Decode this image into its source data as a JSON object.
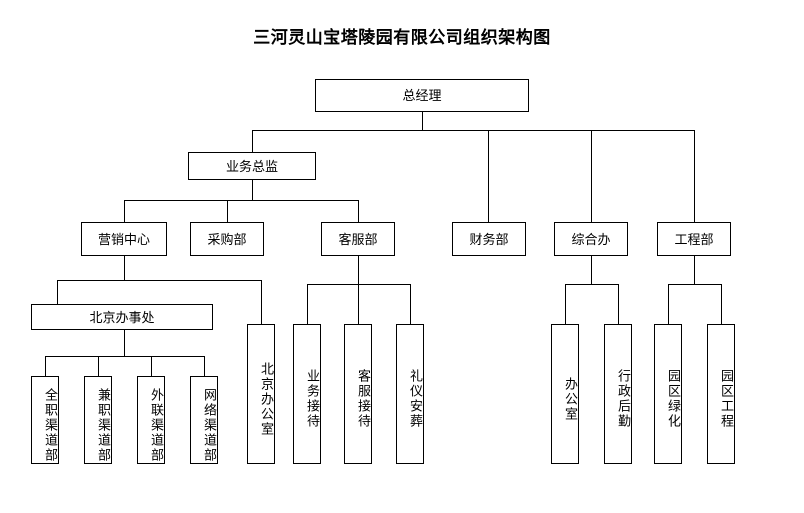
{
  "title": "三河灵山宝塔陵园有限公司组织架构图",
  "chart_data": {
    "type": "diagram",
    "diagram_type": "organization-chart",
    "title": "三河灵山宝塔陵园有限公司组织架构图",
    "orientation": "top-down",
    "box_style": {
      "fill": "#ffffff",
      "stroke": "#000000",
      "stroke_width": 1
    },
    "levels": [
      [
        "总经理"
      ],
      [
        "业务总监",
        "财务部",
        "综合办",
        "工程部"
      ],
      [
        "营销中心",
        "采购部",
        "客服部"
      ],
      [
        "北京办事处",
        "北京办公室",
        "业务接待",
        "客服接待",
        "礼仪安葬",
        "办公室",
        "行政后勤",
        "园区绿化",
        "园区工程"
      ],
      [
        "全职渠道部",
        "兼职渠道部",
        "外联渠道部",
        "网络渠道部"
      ]
    ],
    "edges": [
      [
        "总经理",
        "业务总监"
      ],
      [
        "总经理",
        "财务部"
      ],
      [
        "总经理",
        "综合办"
      ],
      [
        "总经理",
        "工程部"
      ],
      [
        "业务总监",
        "营销中心"
      ],
      [
        "业务总监",
        "采购部"
      ],
      [
        "业务总监",
        "客服部"
      ],
      [
        "营销中心",
        "北京办事处"
      ],
      [
        "营销中心",
        "北京办公室"
      ],
      [
        "客服部",
        "业务接待"
      ],
      [
        "客服部",
        "客服接待"
      ],
      [
        "客服部",
        "礼仪安葬"
      ],
      [
        "综合办",
        "办公室"
      ],
      [
        "综合办",
        "行政后勤"
      ],
      [
        "工程部",
        "园区绿化"
      ],
      [
        "工程部",
        "园区工程"
      ],
      [
        "北京办事处",
        "全职渠道部"
      ],
      [
        "北京办事处",
        "兼职渠道部"
      ],
      [
        "北京办事处",
        "外联渠道部"
      ],
      [
        "北京办事处",
        "网络渠道部"
      ]
    ]
  },
  "nodes": {
    "general_manager": "总经理",
    "business_director": "业务总监",
    "marketing_center": "营销中心",
    "purchasing_dept": "采购部",
    "customer_service_dept": "客服部",
    "finance_dept": "财务部",
    "general_office": "综合办",
    "engineering_dept": "工程部",
    "beijing_office": "北京办事处",
    "beijing_office_room": "北京办公室",
    "business_reception": "业务接待",
    "customer_reception": "客服接待",
    "ceremony_burial": "礼仪安葬",
    "office": "办公室",
    "admin_logistics": "行政后勤",
    "park_greening": "园区绿化",
    "park_engineering": "园区工程",
    "fulltime_channel_dept": "全职渠道部",
    "parttime_channel_dept": "兼职渠道部",
    "liaison_channel_dept": "外联渠道部",
    "network_channel_dept": "网络渠道部"
  }
}
